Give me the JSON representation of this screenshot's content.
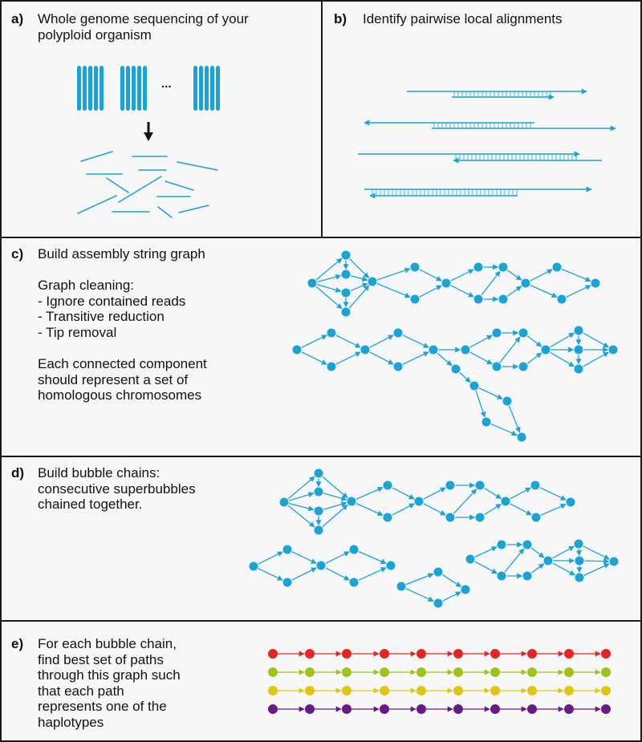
{
  "panels": {
    "a": {
      "label": "a)",
      "text": "Whole genome sequencing of your\npolyploid organism",
      "ellipsis": "..."
    },
    "b": {
      "label": "b)",
      "text": "Identify pairwise local alignments"
    },
    "c": {
      "label": "c)",
      "title": "Build assembly string graph",
      "cleaning_header": "Graph cleaning:",
      "cleaning_steps": [
        "- Ignore contained reads",
        "- Transitive reduction",
        "- Tip removal"
      ],
      "note": "Each connected component\nshould represent a set of\nhomologous chromosomes"
    },
    "d": {
      "label": "d)",
      "text": "Build bubble chains:\nconsecutive superbubbles\nchained together."
    },
    "e": {
      "label": "e)",
      "text": "For each bubble chain,\nfind best set of paths\nthrough this graph such\nthat each path\nrepresents one of the\nhaplotypes"
    }
  },
  "colors": {
    "graph": "#1aa3d6",
    "haplotypes": [
      "#e52521",
      "#9fc31d",
      "#e3c40f",
      "#6a1a86"
    ],
    "panel_bg": "#f7f7f7",
    "border": "#1a1a1a"
  },
  "icons": {
    "sequencing_arrow": "down-arrow-icon"
  }
}
